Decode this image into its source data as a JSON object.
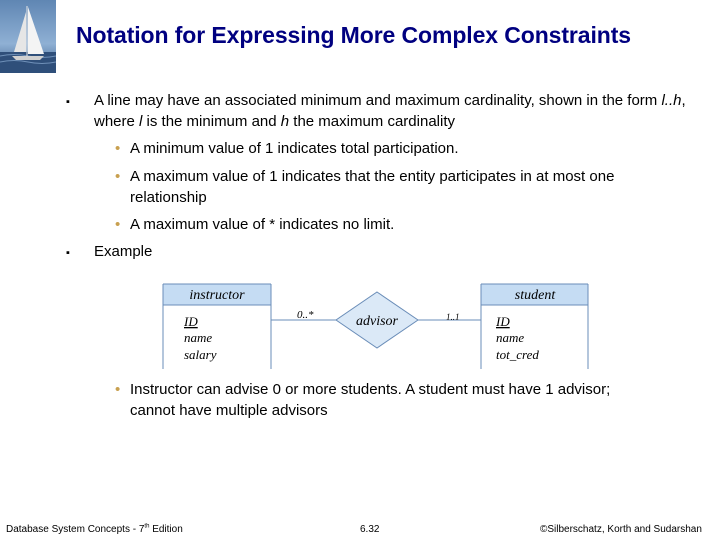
{
  "slide": {
    "title": "Notation for Expressing More Complex Constraints",
    "bullet1": {
      "prefix": "A line may have an associated minimum and maximum cardinality, shown in the form ",
      "form": "l..h",
      "mid": ", where ",
      "l": "l",
      "mid2": " is the minimum and ",
      "h": "h",
      "suffix": " the maximum cardinality"
    },
    "sub_bullets": [
      "A minimum value of 1 indicates total participation.",
      "A maximum value of 1 indicates that the entity participates  in at most one relationship",
      "A maximum value of * indicates no limit."
    ],
    "bullet2": "Example",
    "sub_bullet_after": "Instructor can advise 0 or more students.  A student must have 1 advisor; cannot have multiple advisors"
  },
  "diagram": {
    "entity_left": {
      "name": "instructor",
      "attributes": [
        "ID",
        "name",
        "salary"
      ],
      "key": "ID"
    },
    "entity_right": {
      "name": "student",
      "attributes": [
        "ID",
        "name",
        "tot_cred"
      ],
      "key": "ID"
    },
    "relationship": "advisor",
    "cardinality_left": "0..*",
    "cardinality_right": "1..1",
    "colors": {
      "header": "#c5dcf3",
      "diamond": "#dbe9f7",
      "border": "#6a8db8"
    }
  },
  "footer": {
    "left_prefix": "Database System Concepts - 7",
    "left_sup": "th",
    "left_suffix": " Edition",
    "center": "6.32",
    "right": "©Silberschatz, Korth and Sudarshan"
  }
}
